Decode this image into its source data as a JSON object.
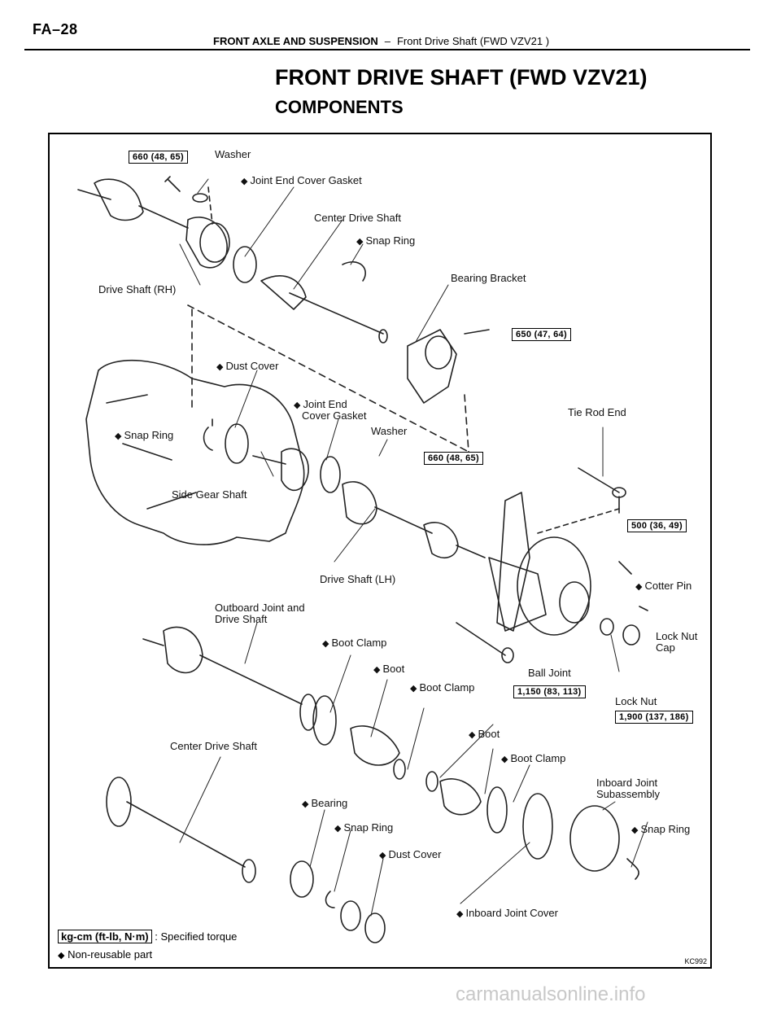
{
  "header": {
    "page_number": "FA–28",
    "section": "FRONT AXLE AND SUSPENSION",
    "separator": "–",
    "subsection": "Front Drive Shaft (FWD VZV21 )"
  },
  "title": "FRONT DRIVE SHAFT (FWD VZV21)",
  "subtitle": "COMPONENTS",
  "figure": {
    "labels": {
      "washer_top": "Washer",
      "joint_end_cover_gasket_top": "Joint End Cover Gasket",
      "center_drive_shaft_top": "Center Drive Shaft",
      "snap_ring_top": "Snap Ring",
      "bearing_bracket": "Bearing Bracket",
      "drive_shaft_rh": "Drive Shaft (RH)",
      "dust_cover_mid": "Dust Cover",
      "joint_end_cover_gasket_mid_1": "Joint End",
      "joint_end_cover_gasket_mid_2": "Cover Gasket",
      "washer_mid": "Washer",
      "snap_ring_mid": "Snap Ring",
      "side_gear_shaft": "Side Gear Shaft",
      "tie_rod_end": "Tie Rod End",
      "drive_shaft_lh": "Drive Shaft (LH)",
      "cotter_pin": "Cotter Pin",
      "lock_nut_cap_1": "Lock Nut",
      "lock_nut_cap_2": "Cap",
      "outboard_joint_1": "Outboard Joint and",
      "outboard_joint_2": "Drive Shaft",
      "boot_clamp_1": "Boot Clamp",
      "boot_1": "Boot",
      "boot_clamp_2": "Boot Clamp",
      "ball_joint": "Ball Joint",
      "lock_nut": "Lock Nut",
      "center_drive_shaft_bottom": "Center Drive Shaft",
      "boot_2": "Boot",
      "boot_clamp_3": "Boot Clamp",
      "inboard_joint_1": "Inboard Joint",
      "inboard_joint_2": "Subassembly",
      "bearing": "Bearing",
      "snap_ring_bottom_1": "Snap Ring",
      "snap_ring_bottom_2": "Snap Ring",
      "dust_cover_bottom": "Dust Cover",
      "inboard_joint_cover": "Inboard Joint Cover"
    },
    "torques": {
      "t1": "660 (48, 65)",
      "t2": "650 (47, 64)",
      "t3": "660 (48, 65)",
      "t4": "500 (36, 49)",
      "t5": "1,150 (83, 113)",
      "t6": "1,900 (137, 186)"
    },
    "legend": {
      "torque_unit": "kg-cm (ft-lb, N·m)",
      "torque_desc": ": Specified torque",
      "nonreusable_symbol": "◆",
      "nonreusable_desc": "Non-reusable part"
    },
    "figure_id": "KC992"
  },
  "watermark": "carmanualsonline.info"
}
